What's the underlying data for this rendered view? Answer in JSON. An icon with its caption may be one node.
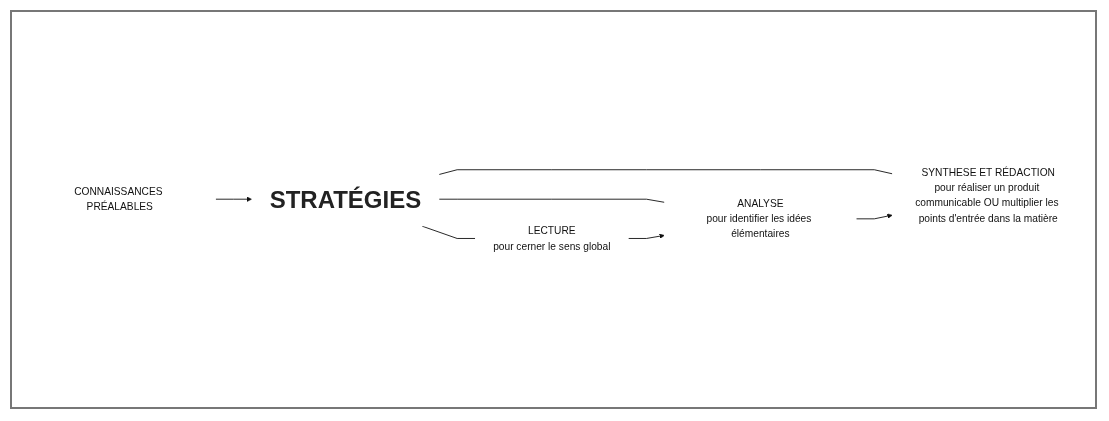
{
  "diagram": {
    "nodes": [
      {
        "text": [
          "CONNAISSANCES PRÉALABLES"
        ]
      },
      {
        "text": [
          "STRATÉGIES"
        ]
      },
      {
        "text": [
          "LECTURE",
          "pour cerner le sens global"
        ]
      },
      {
        "text": [
          "ANALYSE",
          "pour identifier les idées élémentaires"
        ]
      },
      {
        "text": [
          "SYNTHESE ET RÉDACTION",
          "pour réaliser un produit communicable OU multiplier les points d'entrée dans la matière"
        ]
      }
    ],
    "edges": [
      {
        "from": 0,
        "to": 1,
        "arrow": "to"
      },
      {
        "from": 1,
        "to": 2,
        "arrow": "none"
      },
      {
        "from": 1,
        "to": 3,
        "arrow": "none"
      },
      {
        "from": 1,
        "to": 4,
        "arrow": "none"
      },
      {
        "from": 2,
        "to": 3,
        "arrow": "to"
      },
      {
        "from": 3,
        "to": 4,
        "arrow": "to"
      }
    ]
  }
}
